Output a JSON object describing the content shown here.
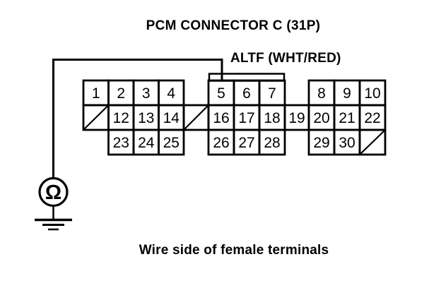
{
  "title": "PCM CONNECTOR C (31P)",
  "caption": "Wire side of female terminals",
  "wire": {
    "label": "ALTF (WHT/RED)",
    "pin": "5"
  },
  "ground": {
    "meter_symbol": "Ω",
    "meaning": "ohmmeter-to-ground check"
  },
  "colors": {
    "ink": "#000000",
    "paper": "#ffffff"
  },
  "connector": {
    "cells": [
      {
        "row": 0,
        "col": 0,
        "label": "1"
      },
      {
        "row": 0,
        "col": 1,
        "label": "2"
      },
      {
        "row": 0,
        "col": 2,
        "label": "3"
      },
      {
        "row": 0,
        "col": 3,
        "label": "4"
      },
      {
        "row": 0,
        "col": 5,
        "label": "5"
      },
      {
        "row": 0,
        "col": 6,
        "label": "6"
      },
      {
        "row": 0,
        "col": 7,
        "label": "7"
      },
      {
        "row": 0,
        "col": 9,
        "label": "8"
      },
      {
        "row": 0,
        "col": 10,
        "label": "9"
      },
      {
        "row": 0,
        "col": 11,
        "label": "10"
      },
      {
        "row": 1,
        "col": 0,
        "label": "",
        "empty": true
      },
      {
        "row": 1,
        "col": 1,
        "label": "12"
      },
      {
        "row": 1,
        "col": 2,
        "label": "13"
      },
      {
        "row": 1,
        "col": 3,
        "label": "14"
      },
      {
        "row": 1,
        "col": 4,
        "label": "",
        "empty": true
      },
      {
        "row": 1,
        "col": 5,
        "label": "16"
      },
      {
        "row": 1,
        "col": 6,
        "label": "17"
      },
      {
        "row": 1,
        "col": 7,
        "label": "18"
      },
      {
        "row": 1,
        "col": 8,
        "label": "19"
      },
      {
        "row": 1,
        "col": 9,
        "label": "20"
      },
      {
        "row": 1,
        "col": 10,
        "label": "21"
      },
      {
        "row": 1,
        "col": 11,
        "label": "22"
      },
      {
        "row": 2,
        "col": 1,
        "label": "23"
      },
      {
        "row": 2,
        "col": 2,
        "label": "24"
      },
      {
        "row": 2,
        "col": 3,
        "label": "25"
      },
      {
        "row": 2,
        "col": 5,
        "label": "26"
      },
      {
        "row": 2,
        "col": 6,
        "label": "27"
      },
      {
        "row": 2,
        "col": 7,
        "label": "28"
      },
      {
        "row": 2,
        "col": 9,
        "label": "29"
      },
      {
        "row": 2,
        "col": 10,
        "label": "30"
      },
      {
        "row": 2,
        "col": 11,
        "label": "",
        "empty": true
      }
    ]
  }
}
